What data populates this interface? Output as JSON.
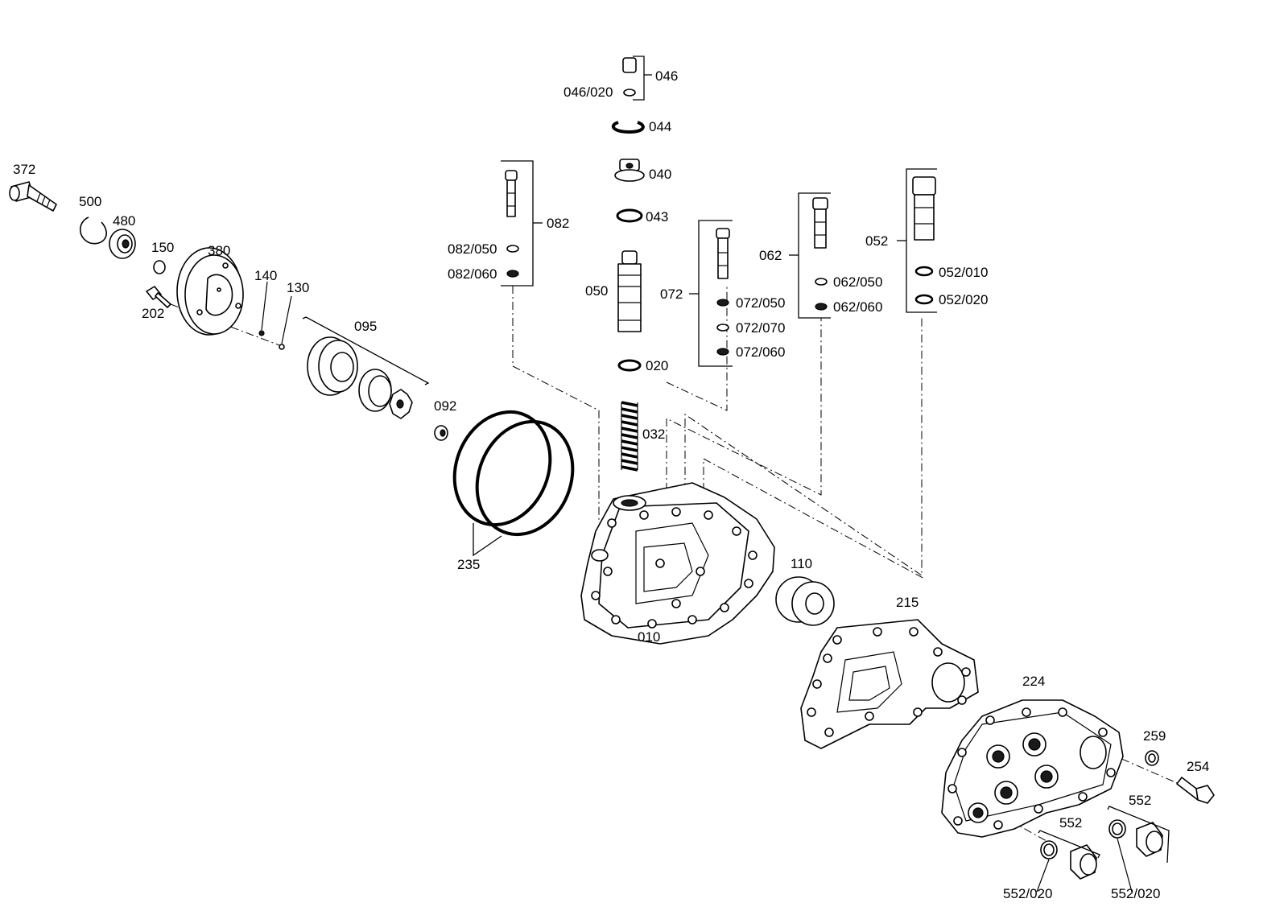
{
  "callouts": {
    "c372": "372",
    "c500": "500",
    "c480": "480",
    "c150": "150",
    "c202": "202",
    "c380": "380",
    "c140": "140",
    "c130": "130",
    "c095": "095",
    "c092": "092",
    "c235": "235",
    "c082": "082",
    "c082_050": "082/050",
    "c082_060": "082/060",
    "c046": "046",
    "c046_020": "046/020",
    "c044": "044",
    "c040": "040",
    "c043": "043",
    "c050": "050",
    "c020": "020",
    "c032": "032",
    "c072": "072",
    "c072_050": "072/050",
    "c072_070": "072/070",
    "c072_060": "072/060",
    "c062": "062",
    "c062_050": "062/050",
    "c062_060": "062/060",
    "c052": "052",
    "c052_010": "052/010",
    "c052_020": "052/020",
    "c010": "010",
    "c110": "110",
    "c215": "215",
    "c224": "224",
    "c259": "259",
    "c254": "254",
    "c552a": "552",
    "c552b": "552",
    "c552_020a": "552/020",
    "c552_020b": "552/020"
  }
}
